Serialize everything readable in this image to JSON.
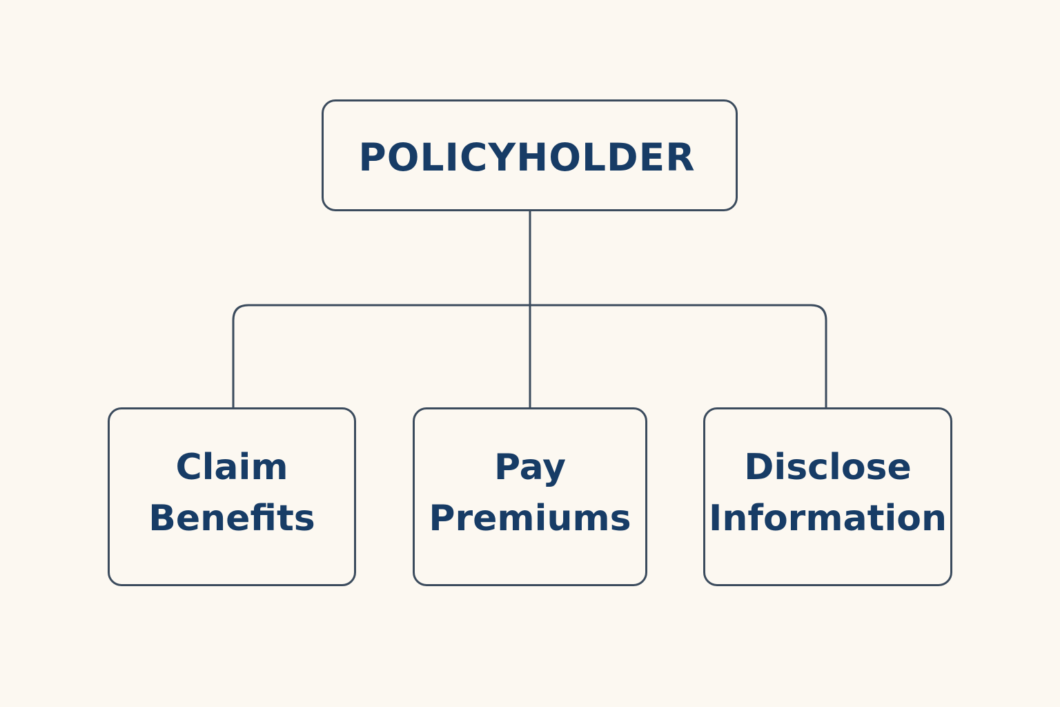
{
  "diagram": {
    "root": {
      "label": "POLICYHOLDER"
    },
    "children": [
      {
        "lines": [
          "Claim",
          "Benefits"
        ]
      },
      {
        "lines": [
          "Pay",
          "Premiums"
        ]
      },
      {
        "lines": [
          "Disclose",
          "Information"
        ]
      }
    ],
    "colors": {
      "background": "#fcf8f1",
      "box_border": "#3b4b5d",
      "text": "#173c66",
      "connector": "#3b4b5d"
    }
  }
}
